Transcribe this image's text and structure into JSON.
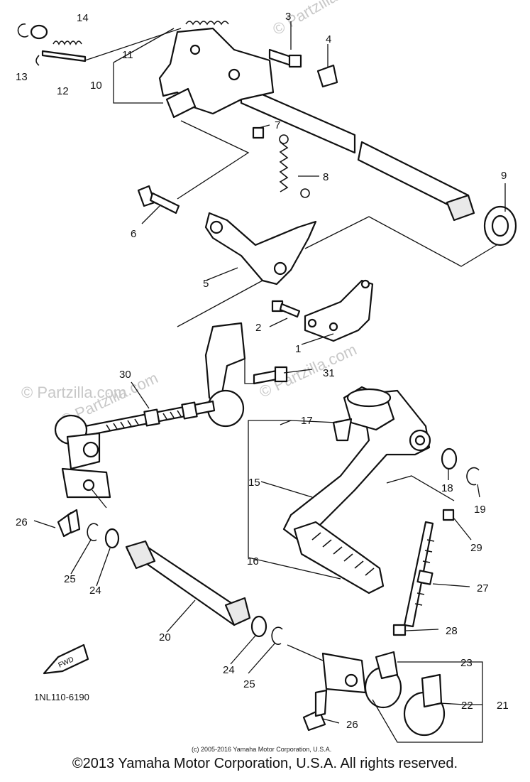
{
  "diagram": {
    "part_numbers": {
      "p1": "1",
      "p2": "2",
      "p3": "3",
      "p4": "4",
      "p5": "5",
      "p6": "6",
      "p7": "7",
      "p8": "8",
      "p9": "9",
      "p10": "10",
      "p11": "11",
      "p12": "12",
      "p13": "13",
      "p14": "14",
      "p15": "15",
      "p16": "16",
      "p17": "17",
      "p18": "18",
      "p19": "19",
      "p20": "20",
      "p21": "21",
      "p22": "22",
      "p23": "23",
      "p24a": "24",
      "p24b": "24",
      "p25a": "25",
      "p25b": "25",
      "p26a": "26",
      "p26b": "26",
      "p27": "27",
      "p28": "28",
      "p29": "29",
      "p30": "30",
      "p31": "31"
    },
    "drawing_code": "1NL110-6190",
    "front_arrow": "FWD",
    "watermark": "© Partzilla.com",
    "watermark_short": "© Partzilla.com",
    "small_copyright": "(c) 2005-2016 Yamaha Motor Corporation, U.S.A.",
    "footer_copyright": "©2013 Yamaha Motor Corporation, U.S.A. All rights reserved."
  },
  "colors": {
    "ink": "#111111",
    "watermark": "#c8c8c8",
    "background": "#ffffff"
  }
}
